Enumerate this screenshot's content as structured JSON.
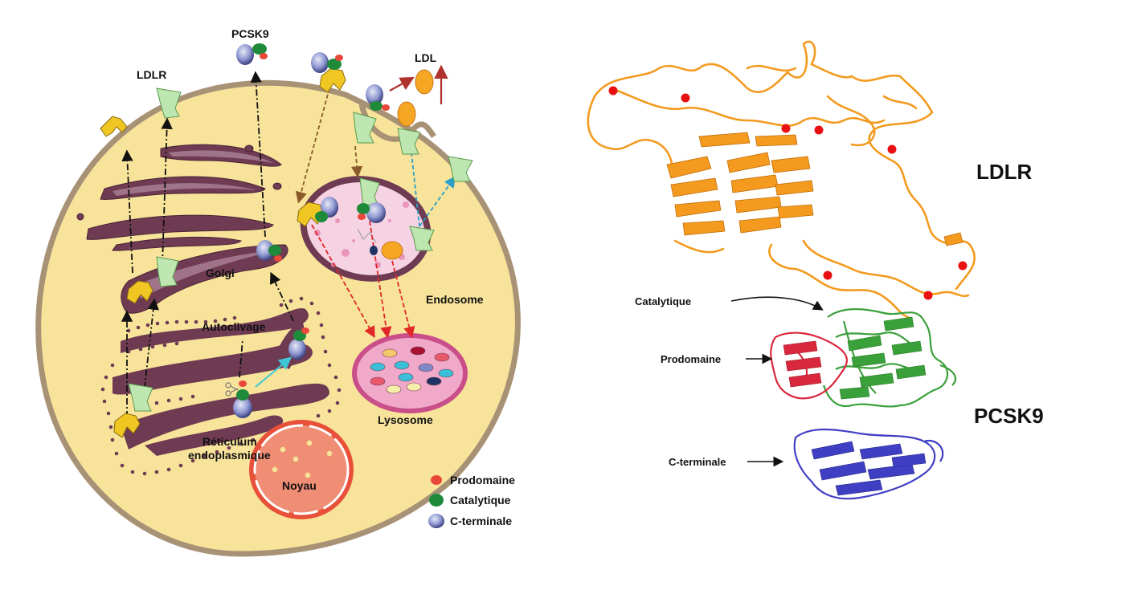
{
  "cell": {
    "labels": {
      "pcsk9": "PCSK9",
      "ldlr": "LDLR",
      "ldl": "LDL",
      "golgi": "Golgi",
      "endosome": "Endosome",
      "autoclivage": "Autoclivage",
      "lysosome": "Lysosome",
      "reticulum_line1": "Réticulum",
      "reticulum_line2": "endoplasmique",
      "noyau": "Noyau"
    },
    "legend": [
      {
        "label": "Prodomaine",
        "color": "#e8473a"
      },
      {
        "label": "Catalytique",
        "color": "#1f8a3a"
      },
      {
        "label": "C-terminale",
        "color": "#7f89c9"
      }
    ]
  },
  "structure": {
    "labels": {
      "ldlr": "LDLR",
      "pcsk9": "PCSK9",
      "catalytique": "Catalytique",
      "prodomaine": "Prodomaine",
      "cterminale": "C-terminale"
    }
  },
  "colors": {
    "cytoplasm": "#f8e39b",
    "membrane": "#a89276",
    "golgi": "#6e3b52",
    "ldlr": "#bde6b0",
    "ldl": "#f5a623",
    "nucleus": "#e8503a",
    "lysosome": "#f0a9c9",
    "endosome_lumen": "#f6d3e3",
    "ldlr_ribbon": "#f39a1f",
    "catalytic_ribbon": "#3aa03a",
    "prodomain_ribbon": "#d9283e",
    "cterminal_ribbon": "#3f3fc4"
  }
}
